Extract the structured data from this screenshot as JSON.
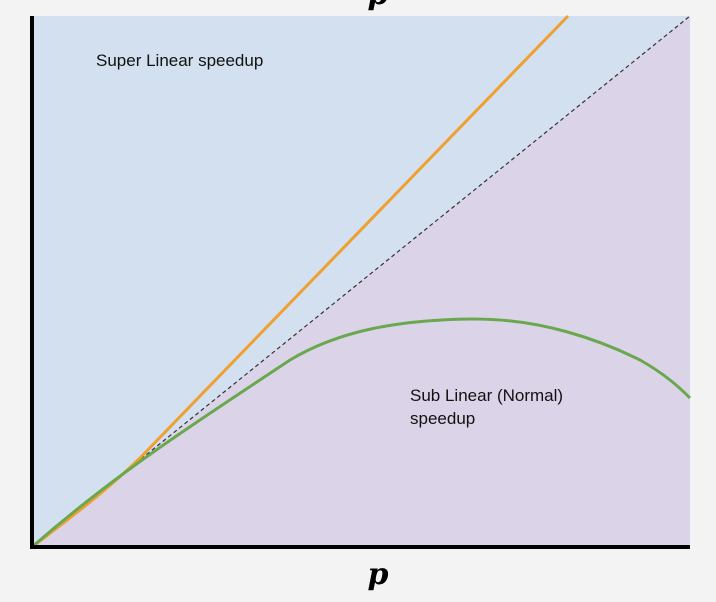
{
  "diagram": {
    "regions": {
      "super_linear": {
        "label": "Super Linear speedup",
        "color": "#d3e0f0"
      },
      "sub_linear": {
        "label_line1": "Sub Linear (Normal)",
        "label_line2": "speedup",
        "color": "#dbd4e8"
      }
    },
    "axes": {
      "x_label": "p",
      "y_label": "p",
      "color": "#000000"
    },
    "curves": {
      "linear": {
        "style": "dashed",
        "color": "#333333"
      },
      "super_linear": {
        "color": "#f0a030"
      },
      "sub_linear": {
        "color": "#6aa84f"
      }
    }
  }
}
